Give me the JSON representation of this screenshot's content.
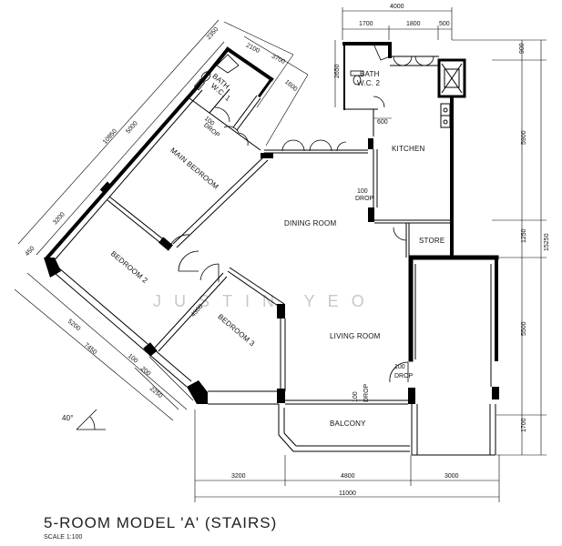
{
  "plan": {
    "title": "5-ROOM MODEL 'A' (STAIRS)",
    "scale": "SCALE  1:100",
    "watermark": "JUSTIN YEO",
    "north_angle": "40°"
  },
  "rooms": {
    "bath1": "BATH",
    "wc1": "W.C. 1",
    "bath2": "BATH",
    "wc2": "W.C. 2",
    "kitchen": "KITCHEN",
    "main_bedroom": "MAIN BEDROOM",
    "dining_room": "DINING ROOM",
    "store": "STORE",
    "bedroom2": "BEDROOM 2",
    "bedroom3": "BEDROOM 3",
    "living_room": "LIVING ROOM",
    "balcony": "BALCONY"
  },
  "notes": {
    "drop_100": "100",
    "drop_word": "DROP"
  },
  "dimensions": {
    "top_total": "4000",
    "top_1700": "1700",
    "top_1800": "1800",
    "top_500": "500",
    "left_2650": "2650",
    "d_600": "600",
    "right_900": "900",
    "right_5900": "5900",
    "right_1250": "1250",
    "right_5500": "5500",
    "right_1700": "1700",
    "right_total": "15250",
    "diag_2350": "2350",
    "diag_2100": "2100",
    "diag_3700": "3700",
    "diag_1600": "1600",
    "diag_10950": "10950",
    "diag_5000": "5000",
    "diag_3200": "3200",
    "diag_450": "450",
    "diag_5200": "5200",
    "diag_7450": "7450",
    "diag_4300": "4300",
    "diag_100": "100",
    "diag_200": "200",
    "diag_2250": "2250",
    "bottom_3200": "3200",
    "bottom_4800": "4800",
    "bottom_3000": "3000",
    "bottom_total": "11000"
  }
}
